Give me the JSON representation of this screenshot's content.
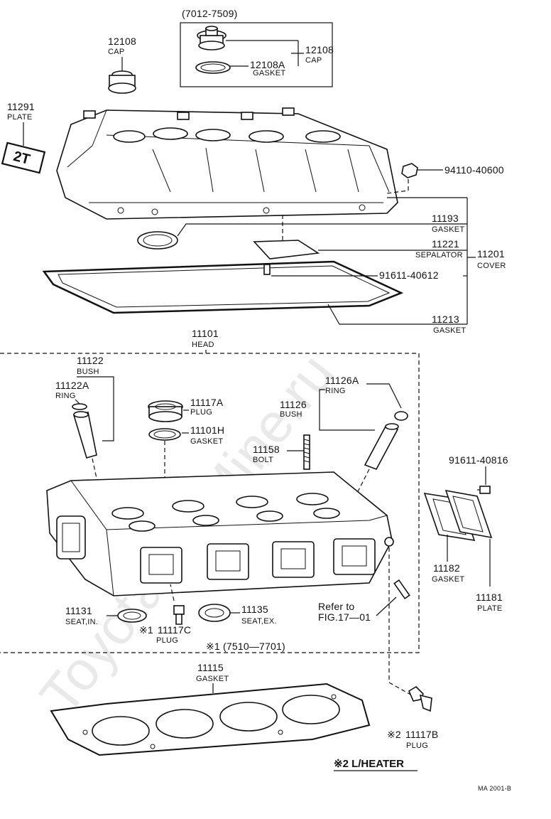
{
  "watermark": "ToyotaCarMine.ru",
  "footer_code": "MA  2001-B",
  "heater_note": "※2 L/HEATER",
  "groups": {
    "cap_variant": "(7012-7509)",
    "head_variant": "※1 (7510—7701)",
    "head": {
      "number": "11101",
      "name": "HEAD"
    },
    "cover": {
      "number": "11201",
      "name": "COVER"
    }
  },
  "callouts": {
    "cap_top": {
      "number": "12108",
      "name": "CAP"
    },
    "cap_right": {
      "number": "12108",
      "name": "CAP"
    },
    "gasket_12108a": {
      "number": "12108A",
      "name": "GASKET"
    },
    "plate_11291": {
      "number": "11291",
      "name": "PLATE"
    },
    "plate_badge": "2T",
    "nut_94110": {
      "number": "94110-40600"
    },
    "gasket_11193": {
      "number": "11193",
      "name": "GASKET"
    },
    "separator_11221": {
      "number": "11221",
      "name": "SEPALATOR"
    },
    "screw_91611_40612": {
      "number": "91611-40612"
    },
    "gasket_11213": {
      "number": "11213",
      "name": "GASKET"
    },
    "bush_11122": {
      "number": "11122",
      "name": "BUSH"
    },
    "ring_11122a": {
      "number": "11122A",
      "name": "RING"
    },
    "plug_11117a": {
      "number": "11117A",
      "name": "PLUG"
    },
    "gasket_11101h": {
      "number": "11101H",
      "name": "GASKET"
    },
    "ring_11126a": {
      "number": "11126A",
      "name": "RING"
    },
    "bush_11126": {
      "number": "11126",
      "name": "BUSH"
    },
    "bolt_11158": {
      "number": "11158",
      "name": "BOLT"
    },
    "bolt_91611_40816": {
      "number": "91611-40816"
    },
    "gasket_11182": {
      "number": "11182",
      "name": "GASKET"
    },
    "plate_11181": {
      "number": "11181",
      "name": "PLATE"
    },
    "seat_in_11131": {
      "number": "11131",
      "name": "SEAT,IN."
    },
    "plug_11117c": {
      "prefix": "※1",
      "number": "11117C",
      "name": "PLUG"
    },
    "seat_ex_11135": {
      "number": "11135",
      "name": "SEAT,EX."
    },
    "refer": {
      "line1": "Refer to",
      "line2": "FIG.17—01"
    },
    "gasket_11115": {
      "number": "11115",
      "name": "GASKET"
    },
    "plug_11117b": {
      "prefix": "※2",
      "number": "11117B",
      "name": "PLUG"
    }
  }
}
